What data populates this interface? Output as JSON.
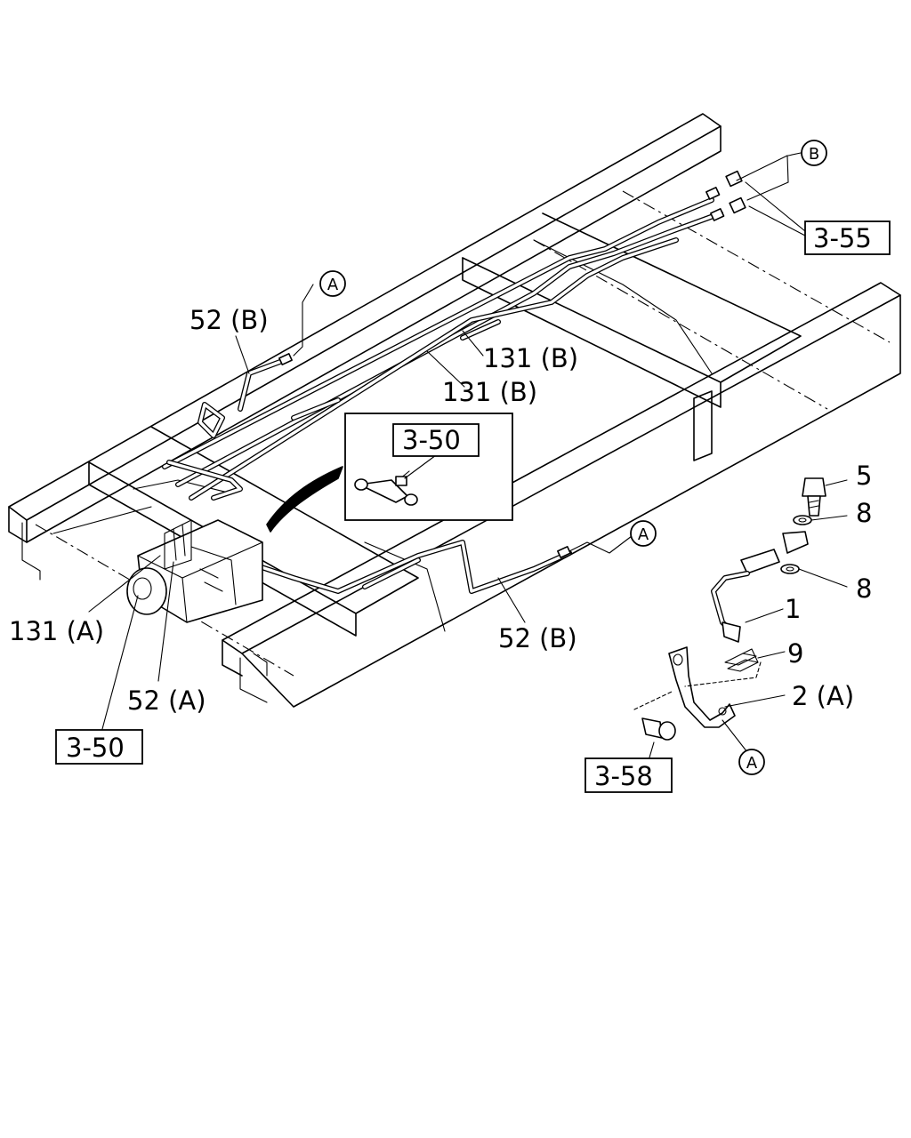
{
  "callouts": {
    "part_1": "1",
    "part_2a": "2 (A)",
    "part_5": "5",
    "part_8_upper": "8",
    "part_8_lower": "8",
    "part_9": "9",
    "part_52b_top": "52 (B)",
    "part_52b_bottom": "52 (B)",
    "part_52a": "52 (A)",
    "part_131b_upper": "131 (B)",
    "part_131b_lower": "131 (B)",
    "part_131a": "131 (A)"
  },
  "reference_boxes": {
    "ref_3_55": "3-55",
    "ref_3_50_inset": "3-50",
    "ref_3_50_bottom": "3-50",
    "ref_3_58": "3-58"
  },
  "circle_markers": {
    "marker_b": "B",
    "marker_a_top": "A",
    "marker_a_right": "A",
    "marker_a_bracket": "A"
  }
}
